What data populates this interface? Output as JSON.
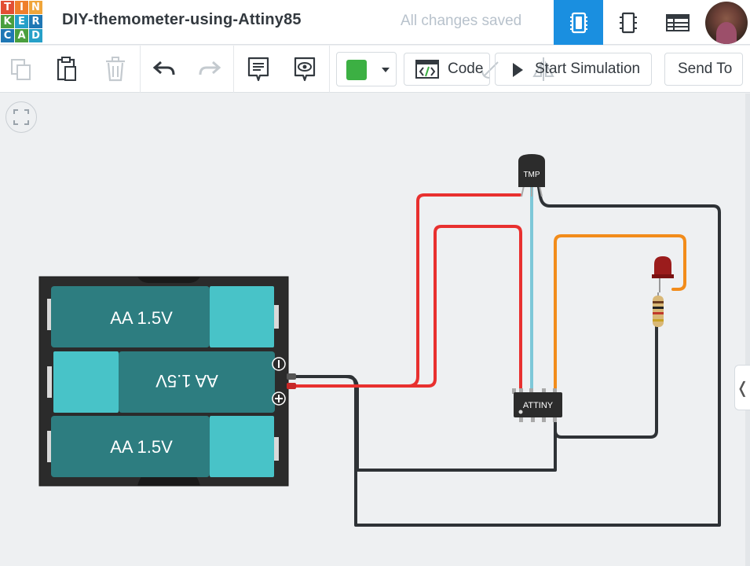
{
  "logo": {
    "letters": [
      "T",
      "I",
      "N",
      "K",
      "E",
      "R",
      "C",
      "A",
      "D"
    ],
    "colors": [
      "#e24f35",
      "#ef7f2c",
      "#f9c22c",
      "#4a9f3e",
      "#26a0c8",
      "#1f77b4",
      "#1f77b4",
      "#4a9f3e",
      "#26a0c8"
    ]
  },
  "header": {
    "project_title": "DIY-themometer-using-Attiny85",
    "save_status": "All changes saved"
  },
  "toolbar": {
    "code_label": "Code",
    "simulation_label": "Start Simulation",
    "send_label": "Send To",
    "wire_color": "#3cb043"
  },
  "circuit": {
    "battery_labels": [
      "AA 1.5V",
      "AA 1.5V",
      "AA 1.5V"
    ],
    "sensor_label": "TMP",
    "chip_label": "ATTINY",
    "colors": {
      "red_wire": "#e8302f",
      "black_wire": "#2e3236",
      "blue_wire": "#7ec8d8",
      "orange_wire": "#f28c1b",
      "battery_dark": "#2d7d80",
      "battery_light": "#48c3c8"
    }
  }
}
